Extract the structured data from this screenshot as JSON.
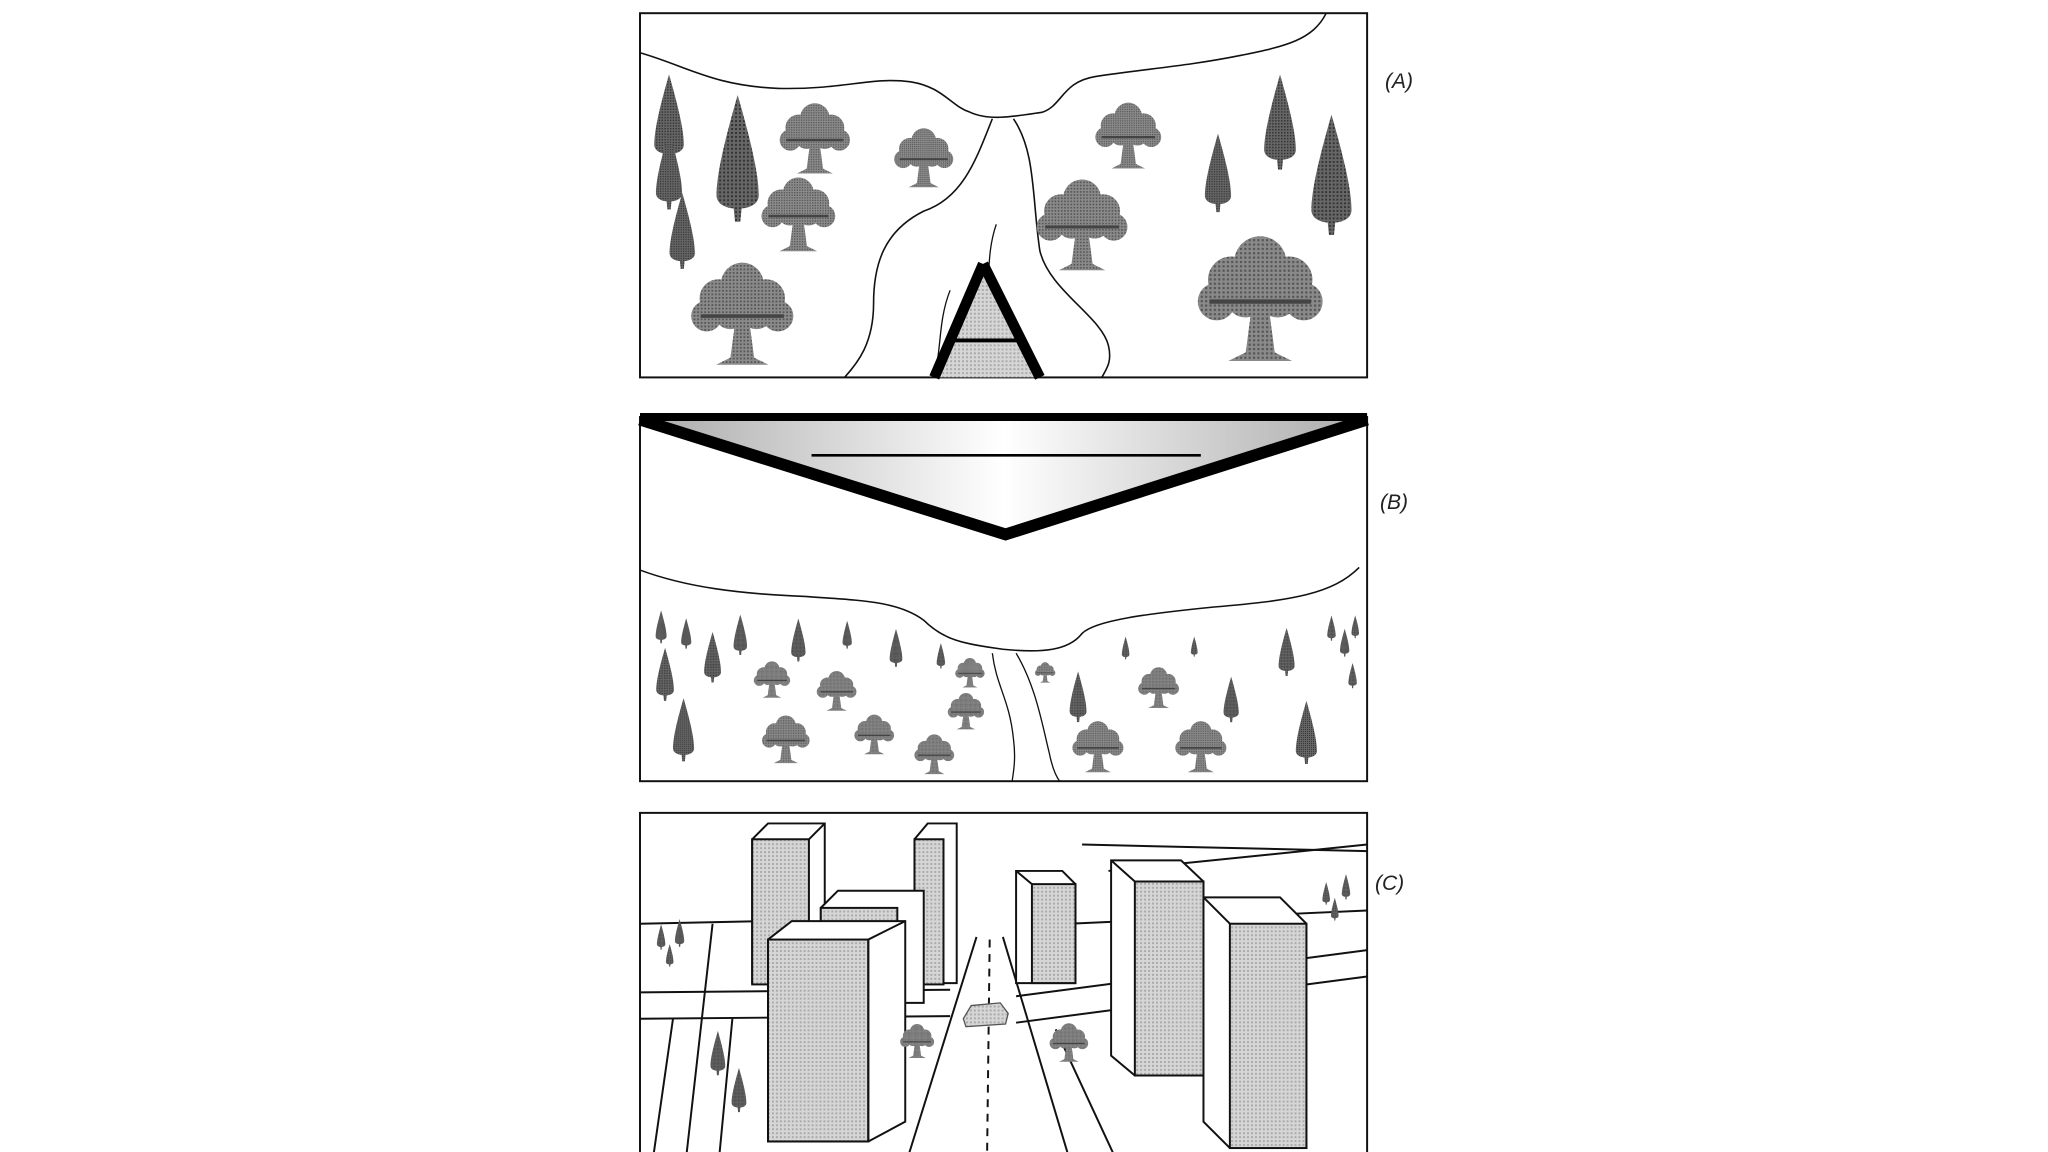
{
  "figure": {
    "panels": [
      {
        "label": "(A)",
        "scene": "forest-with-river-and-a-frame-tent"
      },
      {
        "label": "(B)",
        "scene": "forest-viewed-from-tent-interior"
      },
      {
        "label": "(C)",
        "scene": "city-with-buildings-and-road"
      }
    ]
  },
  "colors": {
    "foliage": "#6b6b6b",
    "conifer": "#4a4a4a",
    "building": "#bdbdbd",
    "stroke": "#111111"
  }
}
